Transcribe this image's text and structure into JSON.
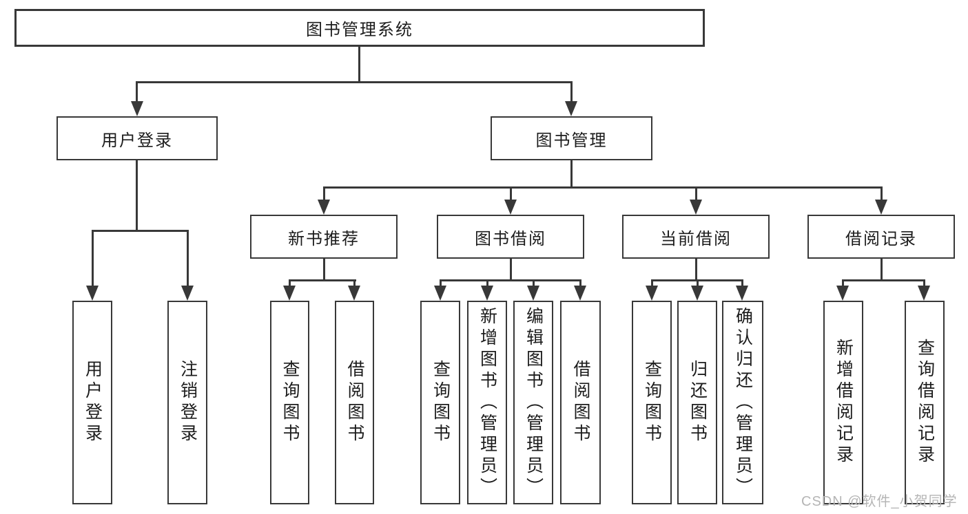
{
  "diagram": {
    "root": "图书管理系统",
    "children": [
      {
        "label": "用户登录",
        "children": [
          {
            "label": "用户登录"
          },
          {
            "label": "注销登录"
          }
        ]
      },
      {
        "label": "图书管理",
        "children": [
          {
            "label": "新书推荐",
            "children": [
              {
                "label": "查询图书"
              },
              {
                "label": "借阅图书"
              }
            ]
          },
          {
            "label": "图书借阅",
            "children": [
              {
                "label": "查询图书"
              },
              {
                "label": "新增图书（管理员）"
              },
              {
                "label": "编辑图书（管理员）"
              },
              {
                "label": "借阅图书"
              }
            ]
          },
          {
            "label": "当前借阅",
            "children": [
              {
                "label": "查询图书"
              },
              {
                "label": "归还图书"
              },
              {
                "label": "确认归还（管理员）"
              }
            ]
          },
          {
            "label": "借阅记录",
            "children": [
              {
                "label": "新增借阅记录"
              },
              {
                "label": "查询借阅记录"
              }
            ]
          }
        ]
      }
    ]
  },
  "watermark": "CSDN @软件_小贺同学",
  "colors": {
    "line": "#383838",
    "border": "#383838",
    "text": "#1c1c1c",
    "watermark": "#b5b5b5",
    "background": "#ffffff"
  }
}
